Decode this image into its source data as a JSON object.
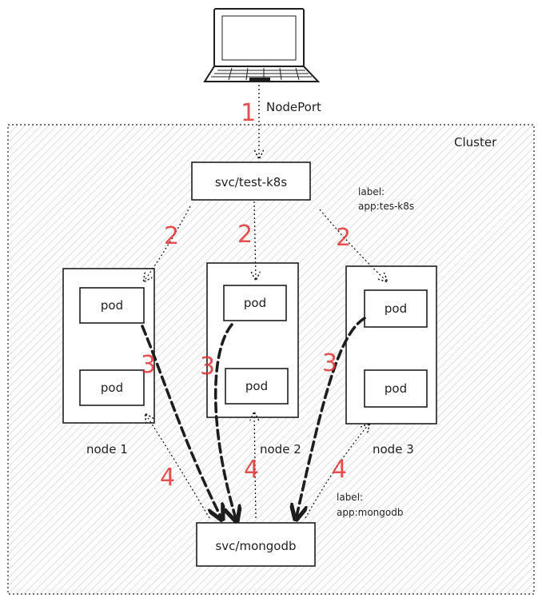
{
  "client": {
    "icon": "laptop-icon"
  },
  "entry": {
    "label": "NodePort",
    "step": "1"
  },
  "cluster": {
    "label": "Cluster"
  },
  "service_front": {
    "name": "svc/test-k8s",
    "label_key": "label:",
    "label_value": "app:tes-k8s"
  },
  "service_db": {
    "name": "svc/mongodb",
    "label_key": "label:",
    "label_value": "app:mongodb"
  },
  "nodes": [
    {
      "name": "node 1",
      "pods": [
        "pod",
        "pod"
      ]
    },
    {
      "name": "node 2",
      "pods": [
        "pod",
        "pod"
      ]
    },
    {
      "name": "node 3",
      "pods": [
        "pod",
        "pod"
      ]
    }
  ],
  "steps": {
    "to_pods": [
      "2",
      "2",
      "2"
    ],
    "pod_to_db": [
      "3",
      "3",
      "3"
    ],
    "db_back": [
      "4",
      "4",
      "4"
    ]
  },
  "colors": {
    "ink": "#1e1e1e",
    "step": "#e03131",
    "hatch": "#c9c9c9"
  }
}
